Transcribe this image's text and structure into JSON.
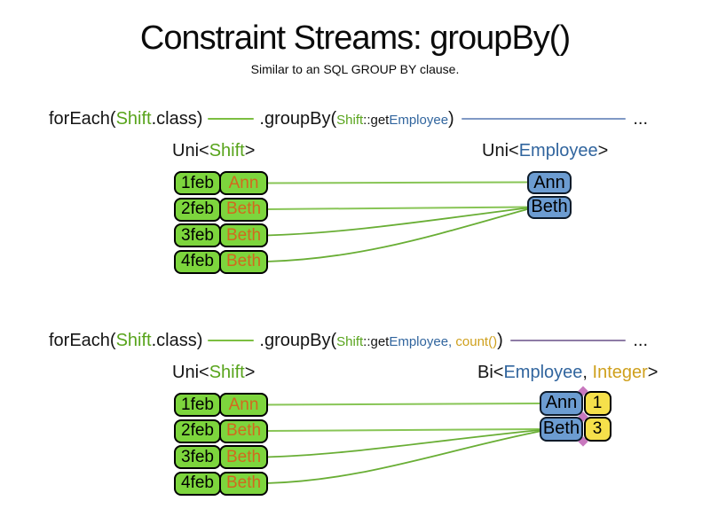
{
  "colors": {
    "shift_green_text": "#58A41C",
    "employee_blue_text": "#31659E",
    "integer_gold_text": "#CFA01D",
    "employee_orange_text": "#D2691E",
    "shift_box_green": "#7DD53D",
    "group_box_blue": "#6C9CD1",
    "count_box_yellow": "#F6E04B",
    "wire_green": "#69AE35",
    "stream_line_blue": "#8099C5",
    "stream_line_purple": "#8E7BA6"
  },
  "header": {
    "title": "Constraint Streams: groupBy()",
    "subtitle": "Similar to an SQL GROUP BY clause."
  },
  "code1": {
    "foreach_pre": "forEach(",
    "foreach_type": "Shift",
    "foreach_post": ".class)",
    "method": ".groupBy(",
    "arg_type": "Shift",
    "arg_accessor": "::get",
    "arg_field": "Employee",
    "close": ")",
    "ellipsis": "..."
  },
  "code2": {
    "foreach_pre": "forEach(",
    "foreach_type": "Shift",
    "foreach_post": ".class)",
    "method": ".groupBy(",
    "arg_type": "Shift",
    "arg_accessor": "::get",
    "arg_field": "Employee",
    "comma": ", ",
    "arg2": "count()",
    "close": ")",
    "ellipsis": "..."
  },
  "d1": {
    "left_label": {
      "pre": "Uni<",
      "type": "Shift",
      "post": ">"
    },
    "right_label": {
      "pre": "Uni<",
      "type": "Employee",
      "post": ">"
    },
    "rows": [
      {
        "date": "1feb",
        "employee": "Ann"
      },
      {
        "date": "2feb",
        "employee": "Beth"
      },
      {
        "date": "3feb",
        "employee": "Beth"
      },
      {
        "date": "4feb",
        "employee": "Beth"
      }
    ],
    "groups": [
      {
        "name": "Ann"
      },
      {
        "name": "Beth"
      }
    ]
  },
  "d2": {
    "left_label": {
      "pre": "Uni<",
      "type": "Shift",
      "post": ">"
    },
    "right_label": {
      "pre": "Bi<",
      "type1": "Employee",
      "sep": ", ",
      "type2": "Integer",
      "post": ">"
    },
    "rows": [
      {
        "date": "1feb",
        "employee": "Ann"
      },
      {
        "date": "2feb",
        "employee": "Beth"
      },
      {
        "date": "3feb",
        "employee": "Beth"
      },
      {
        "date": "4feb",
        "employee": "Beth"
      }
    ],
    "groups": [
      {
        "name": "Ann",
        "count": "1"
      },
      {
        "name": "Beth",
        "count": "3"
      }
    ]
  }
}
